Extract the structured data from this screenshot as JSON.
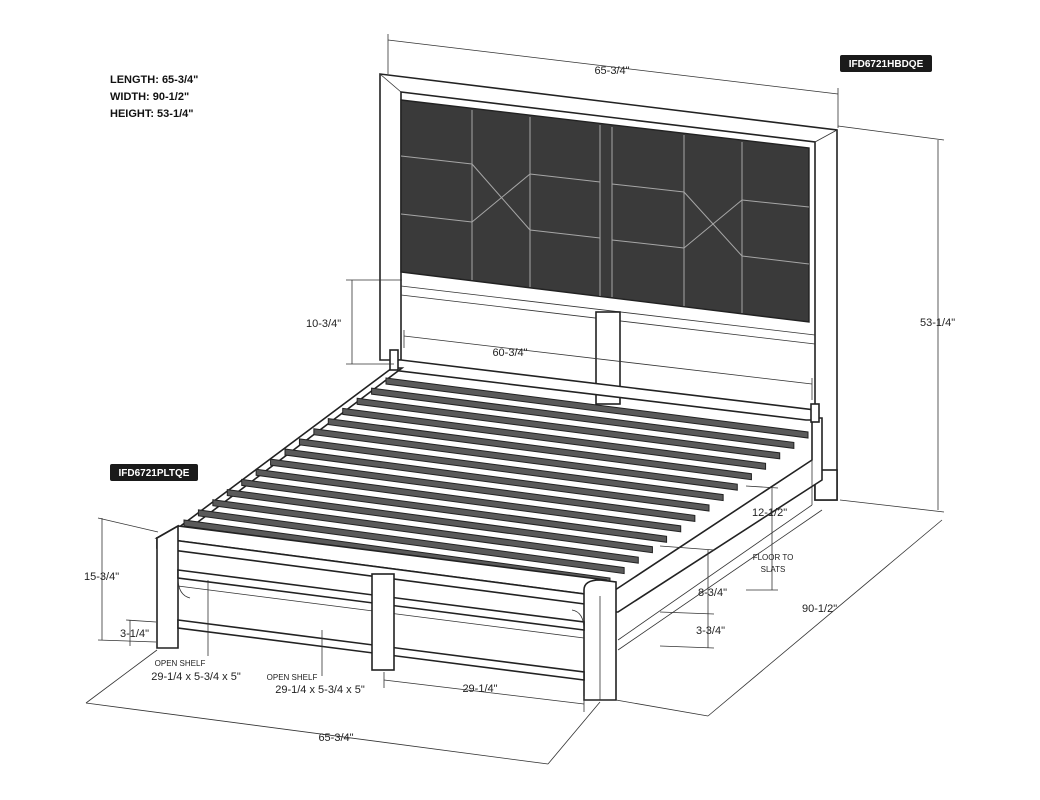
{
  "specs": {
    "length": "LENGTH: 65-3/4\"",
    "width": "WIDTH: 90-1/2\"",
    "height": "HEIGHT: 53-1/4\""
  },
  "skus": {
    "headboard": "IFD6721HBDQE",
    "platform": "IFD6721PLTQE"
  },
  "dimensions": {
    "headboard_width": "65-3/4\"",
    "total_height": "53-1/4\"",
    "headboard_leg_clearance": "10-3/4\"",
    "inner_width": "60-3/4\"",
    "slat_height": "12-1/2\"",
    "slat_note_line1": "FLOOR TO",
    "slat_note_line2": "SLATS",
    "rail_height": "8-3/4\"",
    "rail_clearance": "3-3/4\"",
    "footboard_height": "15-3/4\"",
    "foot_leg_height": "3-1/4\"",
    "depth": "90-1/2\"",
    "shelf_opening": "29-1/4\"",
    "footboard_width": "65-3/4\""
  },
  "shelves": {
    "left_label": "OPEN SHELF",
    "left_size": "29-1/4 x 5-3/4 x 5\"",
    "right_label": "OPEN SHELF",
    "right_size": "29-1/4 x 5-3/4 x 5\""
  },
  "colors": {
    "line": "#222222",
    "panel_dark": "#3a3a3a",
    "slat": "#5a5a5a",
    "badge_bg": "#1a1a1a"
  }
}
